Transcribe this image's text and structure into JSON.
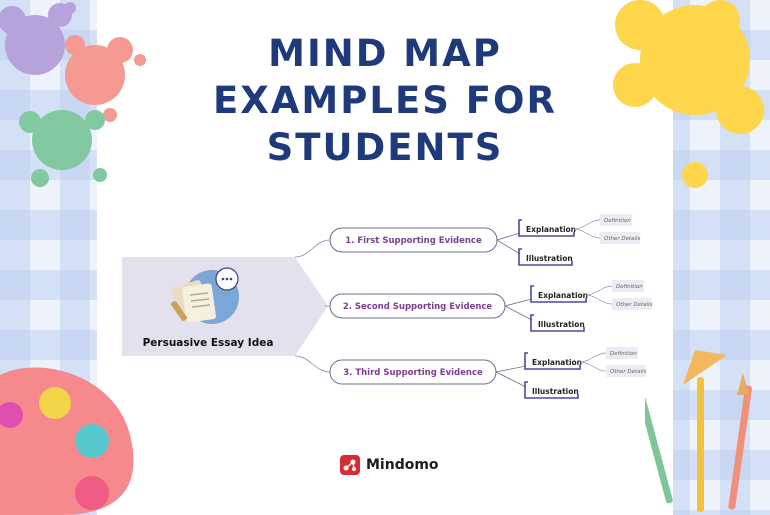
{
  "title_lines": [
    "MIND MAP",
    "EXAMPLES FOR",
    "STUDENTS"
  ],
  "central": {
    "label": "Persuasive Essay Idea"
  },
  "branches": [
    {
      "label": "1. First Supporting Evidence",
      "explanation": "Explanation",
      "illustration": "Illustration",
      "leaves": [
        "Definition",
        "Other Details"
      ]
    },
    {
      "label": "2. Second Supporting Evidence",
      "explanation": "Explanation",
      "illustration": "Illustration",
      "leaves": [
        "Definition",
        "Other Details"
      ]
    },
    {
      "label": "3. Third Supporting Evidence",
      "explanation": "Explanation",
      "illustration": "Illustration",
      "leaves": [
        "Definition",
        "Other Details"
      ]
    }
  ],
  "brand": {
    "name": "Mindomo"
  },
  "colors": {
    "title": "#1f3a7a",
    "branch_text": "#7a3f8e",
    "central_fill": "#e4e1ee",
    "branch_border": "#6c6c8c",
    "sub_bracket": "#4b4aa4",
    "leaf_fill": "#ecebf3",
    "brand_red": "#d92b34"
  }
}
